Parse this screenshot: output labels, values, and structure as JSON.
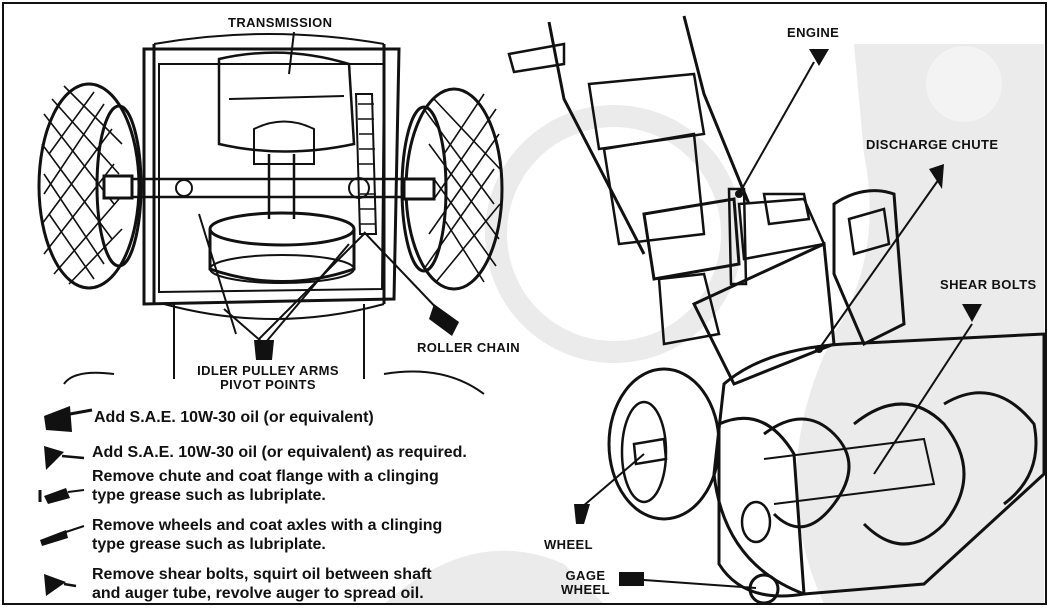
{
  "labels": {
    "transmission": "TRANSMISSION",
    "engine": "ENGINE",
    "discharge_chute": "DISCHARGE CHUTE",
    "shear_bolts": "SHEAR BOLTS",
    "roller_chain": "ROLLER CHAIN",
    "idler_line1": "IDLER PULLEY ARMS",
    "idler_line2": "PIVOT POINTS",
    "wheel": "WHEEL",
    "gage_line1": "GAGE",
    "gage_line2": "WHEEL"
  },
  "legend": [
    {
      "icon": "oil-can-icon",
      "line1": "Add S.A.E. 10W-30 oil (or equivalent)",
      "line2": ""
    },
    {
      "icon": "oiler-icon",
      "line1": "Add S.A.E. 10W-30 oil (or equivalent) as required.",
      "line2": ""
    },
    {
      "icon": "grease-gun-icon",
      "line1": "Remove chute and coat flange with a clinging",
      "line2": "type grease such as lubriplate."
    },
    {
      "icon": "grease-tube-icon",
      "line1": "Remove wheels and coat axles with a clinging",
      "line2": "type grease such as lubriplate."
    },
    {
      "icon": "oil-drop-icon",
      "line1": "Remove shear bolts, squirt oil between shaft",
      "line2": "and auger tube, revolve auger to spread oil."
    }
  ],
  "colors": {
    "ink": "#111111",
    "watermark": "#e9e9e9",
    "paper": "#ffffff"
  }
}
